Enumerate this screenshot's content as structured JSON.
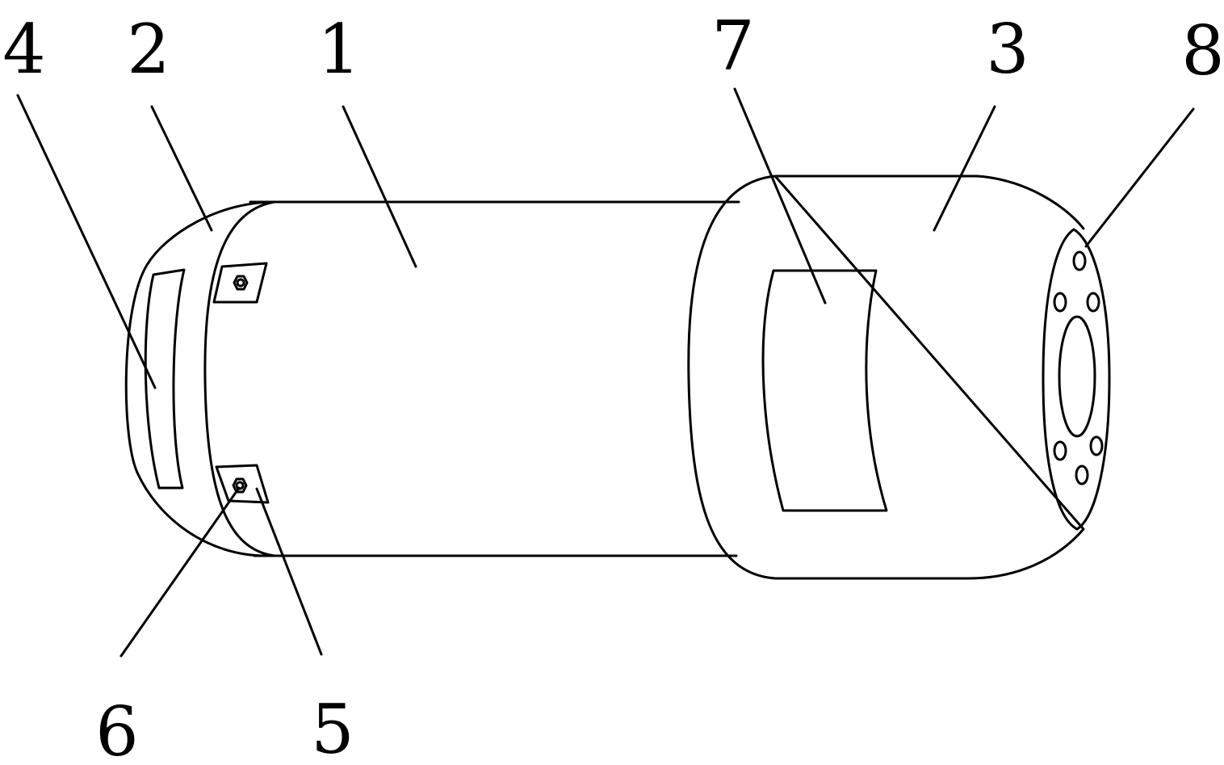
{
  "figure": {
    "line_color": "#000000",
    "background": "#ffffff",
    "labels": {
      "l1": "1",
      "l2": "2",
      "l3": "3",
      "l4": "4",
      "l5": "5",
      "l6": "6",
      "l7": "7",
      "l8": "8"
    }
  }
}
